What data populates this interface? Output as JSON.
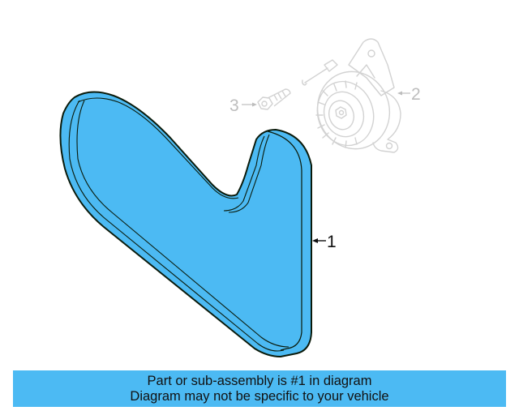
{
  "diagram": {
    "callouts": [
      {
        "number": "1",
        "part": "belt",
        "highlighted": true
      },
      {
        "number": "2",
        "part": "tensioner",
        "highlighted": false
      },
      {
        "number": "3",
        "part": "bolt",
        "highlighted": false
      }
    ],
    "colors": {
      "highlight_fill": "#4cbaf3",
      "highlight_outline": "#0a1a0a",
      "ghost_line": "#cfcfcf",
      "ghost_text": "#bdbdbd"
    }
  },
  "banner": {
    "line1": "Part or sub-assembly is #1 in diagram",
    "line2": "Diagram may not be specific to your vehicle",
    "background": "#4cbaf3"
  }
}
